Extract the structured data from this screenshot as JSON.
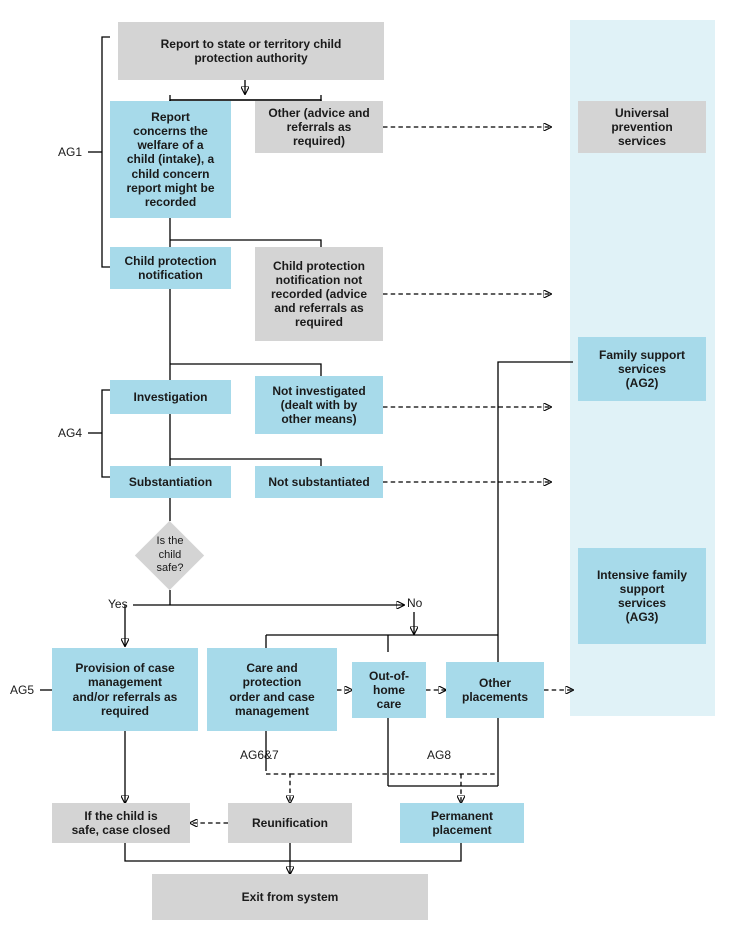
{
  "diagram": {
    "title": "Child protection system process flowchart",
    "colors": {
      "blue_box": "#a7daea",
      "grey_box": "#d4d4d4",
      "panel": "#e0f2f7",
      "line": "#000000"
    }
  },
  "nodes": {
    "report_authority": "Report to state or territory child\nprotection authority",
    "report_concerns": "Report\nconcerns the\nwelfare of a\nchild (intake), a\nchild concern\nreport might be\nrecorded",
    "other_advice": "Other (advice and\nreferrals as\nrequired)",
    "cp_notification": "Child protection\nnotification",
    "cp_not_recorded": "Child protection\nnotification not\nrecorded (advice\nand referrals as\nrequired",
    "investigation": "Investigation",
    "not_investigated": "Not investigated\n(dealt with by\nother means)",
    "substantiation": "Substantiation",
    "not_substantiated": "Not substantiated",
    "decision_child_safe": "Is the\nchild\nsafe?",
    "provision_case_mgmt": "Provision of case\nmanagement\nand/or referrals as\nrequired",
    "care_protection_order": "Care and\nprotection\norder and case\nmanagement",
    "out_of_home_care": "Out-of-\nhome\ncare",
    "other_placements": "Other\nplacements",
    "child_safe_closed": "If the child is\nsafe, case closed",
    "reunification": "Reunification",
    "permanent_placement": "Permanent\nplacement",
    "exit_system": "Exit from system",
    "universal_prevention": "Universal\nprevention\nservices",
    "family_support": "Family support\nservices\n(AG2)",
    "intensive_family_support": "Intensive family\nsupport\nservices\n(AG3)"
  },
  "labels": {
    "ag1": "AG1",
    "ag4": "AG4",
    "ag5": "AG5",
    "ag6_7": "AG6&7",
    "ag8": "AG8",
    "yes": "Yes",
    "no": "No"
  }
}
